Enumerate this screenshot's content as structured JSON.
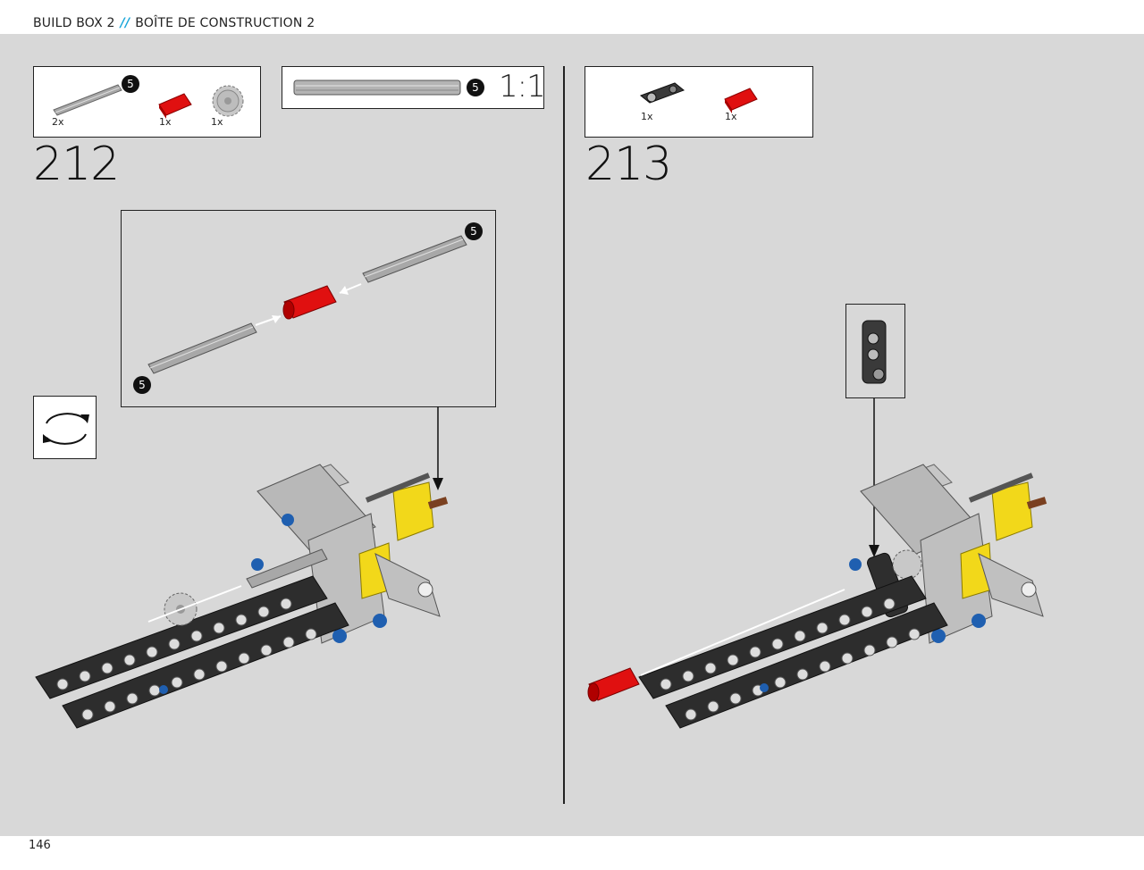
{
  "header": {
    "left": "BUILD BOX 2",
    "separator": "//",
    "right": "BOÎTE DE CONSTRUCTION 2"
  },
  "colors": {
    "accent": "#1aa6d9",
    "page_bg": "#d8d8d8",
    "red_part": "#e01010",
    "yellow_part": "#f2d81a",
    "blue_part": "#1f5fb0",
    "dark_beam": "#2d2d2d",
    "gray_part": "#b5b5b5"
  },
  "step212": {
    "number": "212",
    "parts": [
      {
        "name": "axle",
        "qty": "2x",
        "badge": "5"
      },
      {
        "name": "red-connector",
        "qty": "1x"
      },
      {
        "name": "gear",
        "qty": "1x"
      }
    ],
    "scale": {
      "badge": "5",
      "label": "1:1"
    },
    "callout_badges": [
      "5",
      "5"
    ],
    "rotate_icon": "rotate-arrows-icon"
  },
  "step213": {
    "number": "213",
    "parts": [
      {
        "name": "dark-connector",
        "qty": "1x"
      },
      {
        "name": "red-connector",
        "qty": "1x"
      }
    ]
  },
  "page_number": "146"
}
